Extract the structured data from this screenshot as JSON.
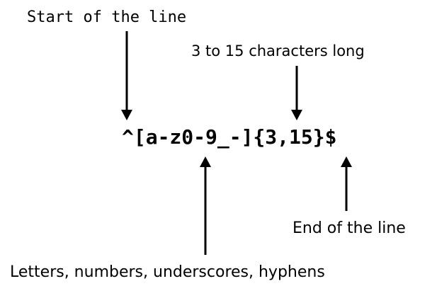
{
  "diagram": {
    "regex": "^[a-z0-9_-]{3,15}$",
    "annotations": {
      "start": "Start of the line",
      "length": "3 to 15 characters long",
      "end": "End of the line",
      "characters": "Letters, numbers, underscores, hyphens"
    },
    "colors": {
      "text": "#000000",
      "arrow": "#000000",
      "background": "#ffffff"
    }
  }
}
